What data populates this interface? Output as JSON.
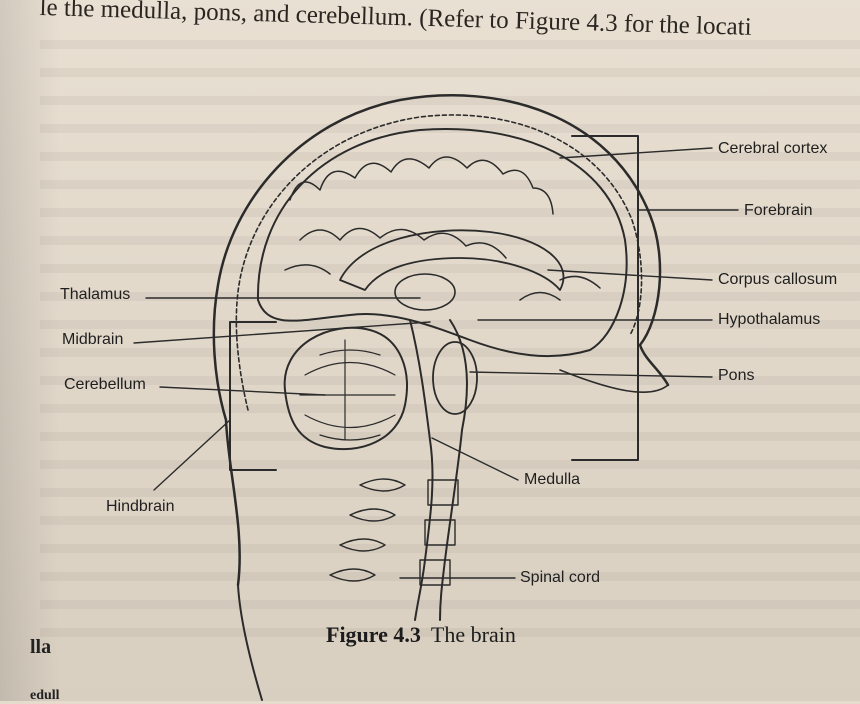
{
  "header_text": "le the medulla, pons, and cerebellum. (Refer to Figure 4.3 for the locati",
  "labels": {
    "cerebral_cortex": "Cerebral cortex",
    "forebrain": "Forebrain",
    "corpus_callosum": "Corpus callosum",
    "hypothalamus": "Hypothalamus",
    "pons": "Pons",
    "thalamus": "Thalamus",
    "midbrain": "Midbrain",
    "cerebellum": "Cerebellum",
    "hindbrain": "Hindbrain",
    "medulla": "Medulla",
    "spinal_cord": "Spinal cord"
  },
  "caption": {
    "number": "Figure 4.3",
    "title": "The brain"
  },
  "side_fragments": {
    "line1": "lla",
    "line2": "edull"
  }
}
